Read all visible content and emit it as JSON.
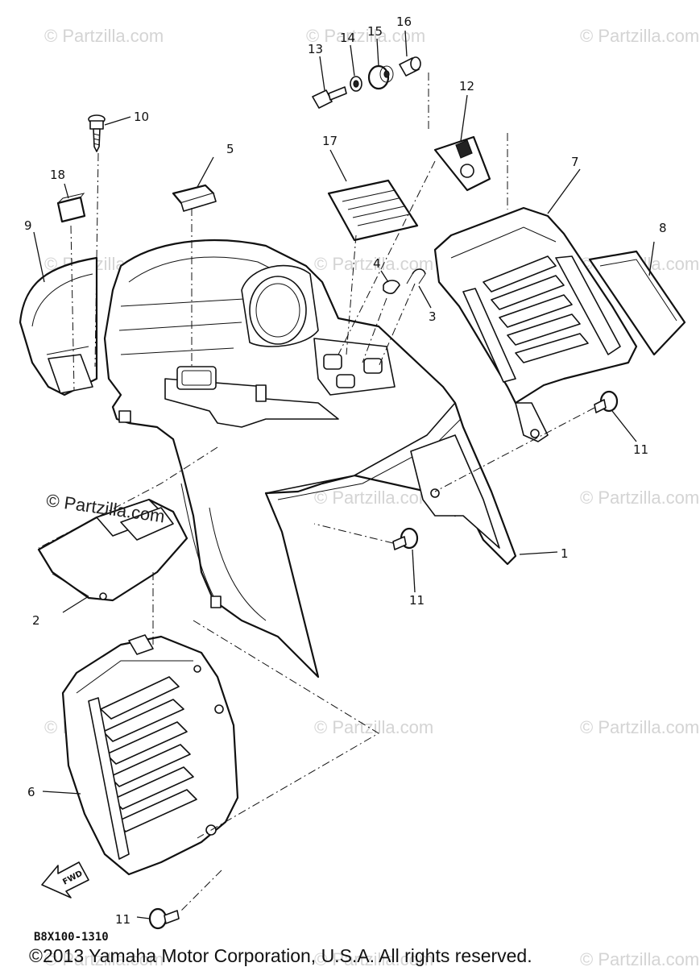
{
  "watermarks": {
    "prominent": "© Partzilla.com",
    "faint": "© Partzilla.com"
  },
  "callouts": {
    "c1": "1",
    "c2": "2",
    "c3": "3",
    "c4": "4",
    "c5": "5",
    "c6": "6",
    "c7": "7",
    "c8": "8",
    "c9": "9",
    "c10": "10",
    "c11a": "11",
    "c11b": "11",
    "c11c": "11",
    "c12": "12",
    "c13": "13",
    "c14": "14",
    "c15": "15",
    "c16": "16",
    "c17": "17",
    "c18": "18"
  },
  "direction_label": "FWD",
  "diagram_code": "B8X100-1310",
  "copyright": "©2013 Yamaha Motor Corporation, U.S.A. All rights reserved."
}
